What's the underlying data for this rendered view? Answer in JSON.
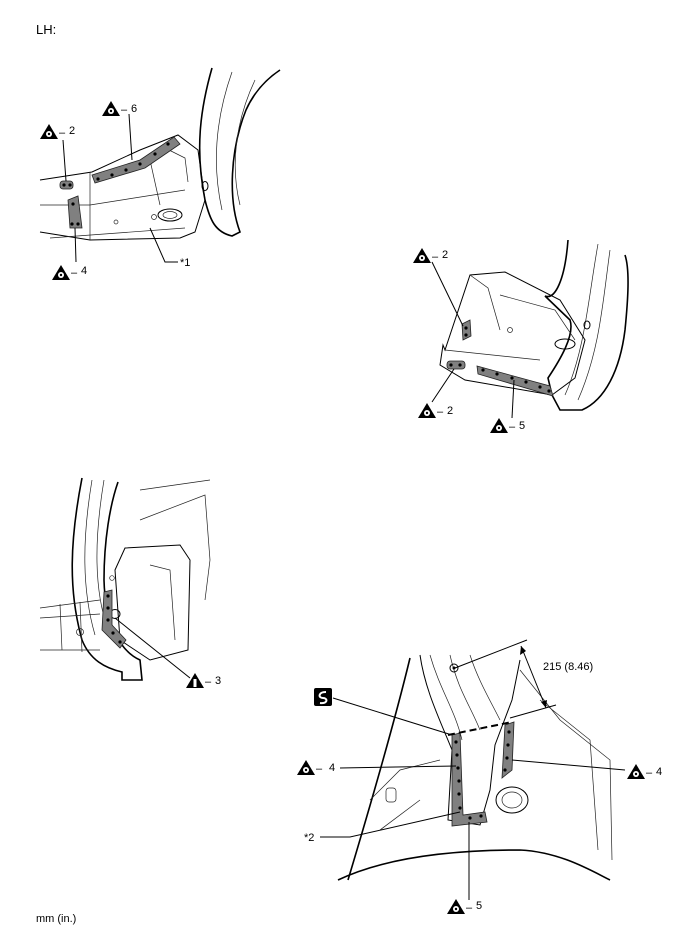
{
  "header": {
    "side": "LH:"
  },
  "footer": {
    "unit_note": "mm (in.)"
  },
  "icons": {
    "weld_symbol": "triangle-with-circle-icon",
    "alt_weld_symbol": "triangle-with-bar-icon",
    "sealer_symbol": "sealer-s-icon"
  },
  "views": {
    "top_left": {
      "callouts": [
        {
          "label": "6",
          "dash": "–"
        },
        {
          "label": "2",
          "dash": "–"
        },
        {
          "label": "4",
          "dash": "–"
        }
      ],
      "part_ref": "*1"
    },
    "top_right": {
      "callouts": [
        {
          "label": "2",
          "dash": "–"
        },
        {
          "label": "2",
          "dash": "–"
        },
        {
          "label": "5",
          "dash": "–"
        }
      ]
    },
    "bottom_left": {
      "callouts": [
        {
          "label": "3",
          "dash": "–"
        }
      ]
    },
    "bottom_right": {
      "dimension": "215 (8.46)",
      "callouts": [
        {
          "label": "4",
          "dash": "–"
        },
        {
          "label": "4",
          "dash": "–"
        },
        {
          "label": "5",
          "dash": "–"
        }
      ],
      "part_ref": "*2"
    }
  }
}
